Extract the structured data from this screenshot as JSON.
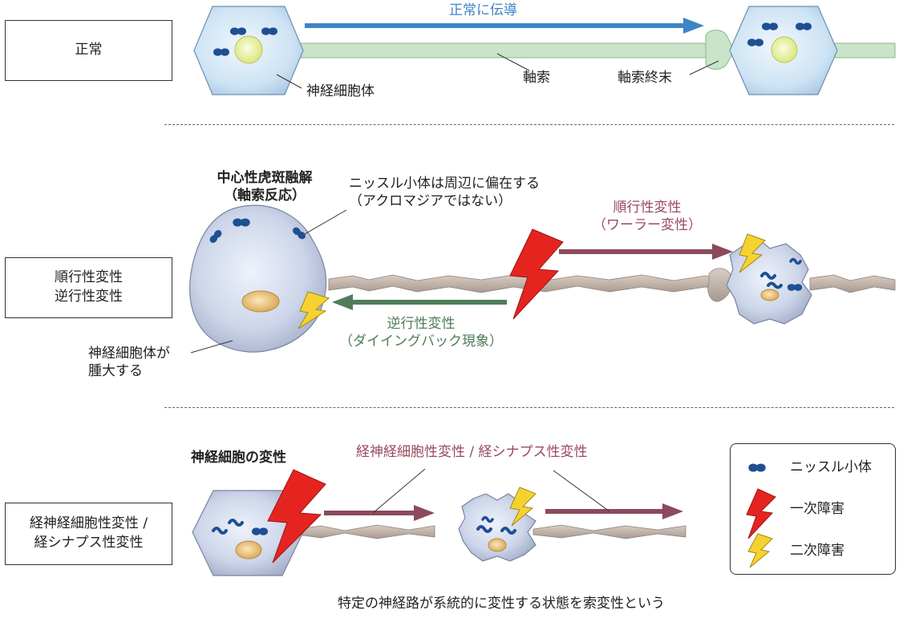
{
  "sections": {
    "normal": {
      "box_label": "正常",
      "conduction": "正常に伝導",
      "axon": "軸索",
      "axon_terminal": "軸索終末",
      "cell_body": "神経細胞体"
    },
    "antero_retro": {
      "box_label_line1": "順行性変性",
      "box_label_line2": "逆行性変性",
      "chromatolysis_line1": "中心性虎斑融解",
      "chromatolysis_line2": "（軸索反応）",
      "nissl_note_line1": "ニッスル小体は周辺に偏在する",
      "nissl_note_line2": "（アクロマジアではない）",
      "antero_line1": "順行性変性",
      "antero_line2": "（ワーラー変性）",
      "retro_line1": "逆行性変性",
      "retro_line2": "（ダイイングバック現象）",
      "swelling_line1": "神経細胞体が",
      "swelling_line2": "腫大する"
    },
    "transneuronal": {
      "box_label_line1": "経神経細胞性変性 /",
      "box_label_line2": "経シナプス性変性",
      "neuron_degeneration": "神経細胞の変性",
      "title": "経神経細胞性変性 / 経シナプス性変性",
      "footer": "特定の神経路が系統的に変性する状態を索変性という"
    }
  },
  "legend": {
    "nissl": "ニッスル小体",
    "primary": "一次障害",
    "secondary": "二次障害"
  },
  "colors": {
    "conduction_arrow": "#3d85c6",
    "antero_arrow": "#8c4a5c",
    "retro_arrow": "#4f7d5a",
    "axon_normal": "#c9e4c8",
    "axon_degenerated": "#b9aba2",
    "cell_fill": "#c9d3e8",
    "nucleus_normal": "#eef3a8",
    "nucleus_degenerated": "#e6bd74",
    "nissl": "#1f4f93",
    "primary_injury": "#e52420",
    "secondary_injury": "#f6d230"
  }
}
